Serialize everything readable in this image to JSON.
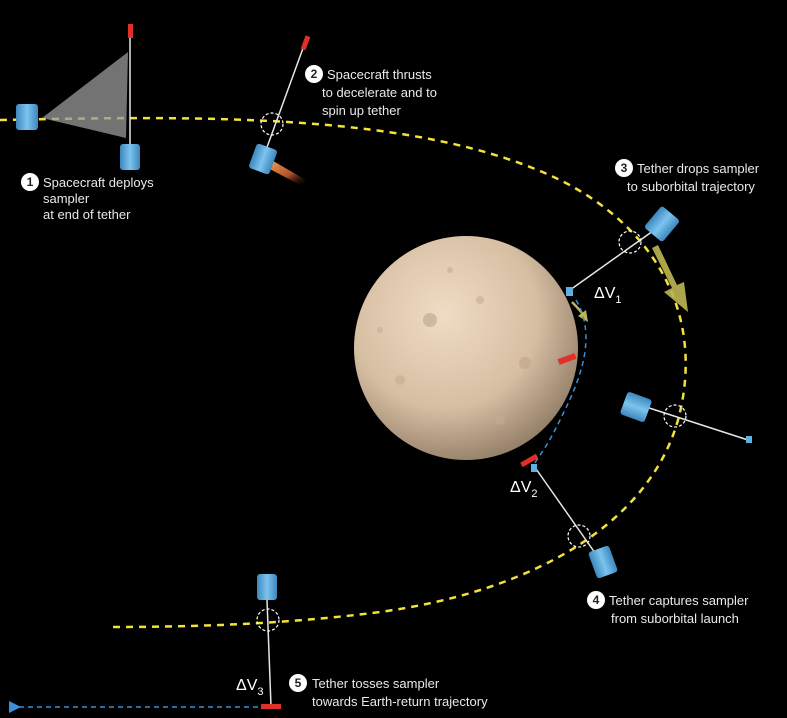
{
  "colors": {
    "background": "#000000",
    "orbit": "#f2e23a",
    "spacecraft": "#5fb0e3",
    "sampler": "#e0302a",
    "trajectory": "#3c8fd6",
    "tether": "#e6e6e6",
    "arrow": "#bdb653",
    "moon": "#d9c2a6"
  },
  "steps": [
    {
      "number": "1",
      "lines": [
        "Spacecraft deploys",
        "sampler",
        "at end of tether"
      ]
    },
    {
      "number": "2",
      "lines": [
        "Spacecraft thrusts",
        "to decelerate and to",
        "spin up tether"
      ]
    },
    {
      "number": "3",
      "lines": [
        "Tether drops sampler",
        "to suborbital trajectory"
      ]
    },
    {
      "number": "4",
      "lines": [
        "Tether captures sampler",
        "from suborbital launch"
      ]
    },
    {
      "number": "5",
      "lines": [
        "Tether tosses sampler",
        "towards Earth-return trajectory"
      ]
    }
  ],
  "delta_v": [
    {
      "symbol": "ΔV",
      "sub": "1"
    },
    {
      "symbol": "ΔV",
      "sub": "2"
    },
    {
      "symbol": "ΔV",
      "sub": "3"
    }
  ]
}
